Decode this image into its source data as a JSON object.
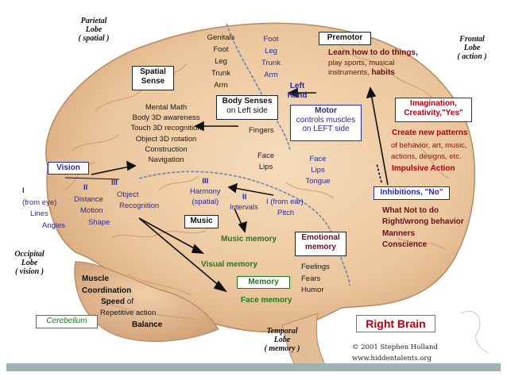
{
  "lobes": {
    "parietal": [
      "Parietal",
      "Lobe",
      "( spatial )"
    ],
    "frontal": [
      "Frontal",
      "Lobe",
      "( action )"
    ],
    "occipital": [
      "Occipital",
      "Lobe",
      "( vision )"
    ],
    "temporal": [
      "Temporal",
      "Lobe",
      "( memory )"
    ]
  },
  "body_parts_upper": [
    "Genitals",
    "Foot",
    "Leg",
    "Trunk",
    "Arm"
  ],
  "body_parts_motor": [
    "Foot",
    "Leg",
    "Trunk",
    "Arm"
  ],
  "left_hand": [
    "Left",
    "Hand"
  ],
  "premotor": {
    "box": "Premotor",
    "headline": "Learn how to do things,",
    "lines": [
      "play sports, musical",
      "instruments,"
    ],
    "habits": "habits"
  },
  "spatial_sense": {
    "box": [
      "Spatial",
      "Sense"
    ],
    "items": [
      "Mental Math",
      "Body 3D awareness",
      "Touch 3D recognition",
      "Object 3D rotation",
      "Construction",
      "Navigation"
    ]
  },
  "body_senses": {
    "box": [
      "Body Senses",
      "on Left side"
    ],
    "items": [
      "Fingers",
      "Face",
      "Lips"
    ]
  },
  "motor": {
    "box": [
      "Motor",
      "controls muscles",
      "on LEFT side"
    ],
    "items": [
      "Face",
      "Lips",
      "Tongue"
    ]
  },
  "imagination": {
    "box": [
      "Imagination,",
      "Creativity,\"Yes\""
    ],
    "headline": "Create new patterns",
    "lines": [
      "of behavior, art, music,",
      "actions, designs, etc."
    ],
    "impulsive": "Impulsive Action"
  },
  "inhibitions": {
    "box": "Inhibitions, \"No\"",
    "lines": [
      "What Not to do",
      "Right/wrong behavior",
      "Manners",
      "Conscience"
    ]
  },
  "vision": {
    "box": "Vision",
    "col1": [
      "I",
      "(from eye)",
      "Lines",
      "Angles"
    ],
    "col2": [
      "II",
      "Distance",
      "Motion",
      "Shape"
    ],
    "col3": [
      "III",
      "Object",
      "Recognition"
    ]
  },
  "hearing": {
    "col_iii": [
      "III",
      "Harmony",
      "(spatial)"
    ],
    "col_ii": [
      "II",
      "Intervals"
    ],
    "col_i": [
      "I (from ear)",
      "Pitch"
    ]
  },
  "music_box": "Music",
  "memory": {
    "music": "Music memory",
    "visual": "Visual memory",
    "face": "Face memory",
    "box": "Memory"
  },
  "emotional": {
    "box": [
      "Emotional",
      "memory"
    ],
    "items": [
      "Feelings",
      "Fears",
      "Humor"
    ]
  },
  "cerebellum": {
    "box": "Cerebellum",
    "lines": [
      "Muscle",
      "Coordination"
    ],
    "speed": "Speed",
    "of": "of",
    "repetitive": "Repetitive action",
    "balance": "Balance"
  },
  "title": "Right Brain",
  "credit": [
    "© 2001 Stephen Holland",
    "www.hiddentalents.org"
  ],
  "colors": {
    "red": "#b00016",
    "blue": "#2a2a9a",
    "green": "#1f7a1f",
    "brain": "#e9c9a2"
  }
}
